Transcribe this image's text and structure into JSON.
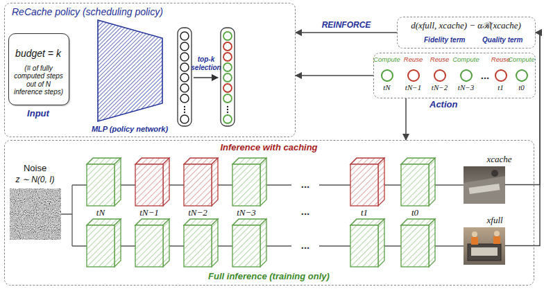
{
  "diagram": {
    "nodes": [
      {
        "text": [
          "ReCache policy (scheduling policy)"
        ]
      },
      {
        "text": [
          "budget = k",
          "(# of fully computed steps out of N inference steps)",
          "Input"
        ],
        "in": 0
      },
      {
        "text": [
          "MLP (policy network)"
        ],
        "in": 0
      },
      {
        "text": [
          "d(xfull, xcache) − αℛ(xcache)",
          "Fidelity term",
          "Quality term"
        ]
      },
      {
        "text": [
          "Action"
        ]
      },
      {
        "text": [
          "Compute",
          "tN"
        ],
        "in": 4
      },
      {
        "text": [
          "Reuse",
          "tN−1"
        ],
        "in": 4
      },
      {
        "text": [
          "Reuse",
          "tN−2"
        ],
        "in": 4
      },
      {
        "text": [
          "Compute",
          "tN−3"
        ],
        "in": 4
      },
      {
        "text": [
          "Reuse",
          "t1"
        ],
        "in": 4
      },
      {
        "text": [
          "Compute",
          "t0"
        ],
        "in": 4
      },
      {
        "text": [
          "Inference with caching",
          "Full inference (training only)"
        ]
      },
      {
        "text": [
          "Noise",
          "z ∼ N(0, I)"
        ],
        "in": 11
      },
      {
        "text": [
          "xcache"
        ],
        "in": 11
      },
      {
        "text": [
          "xfull"
        ],
        "in": 11
      }
    ],
    "edges": [
      {
        "from": 3,
        "to": 0,
        "arrow": "to",
        "label": "REINFORCE"
      },
      {
        "from": 4,
        "to": 0,
        "arrow": "to"
      },
      {
        "from": 4,
        "to": 11,
        "arrow": "to"
      },
      {
        "from": 13,
        "to": 3,
        "arrow": "to"
      },
      {
        "from": 14,
        "to": 3,
        "arrow": "to"
      }
    ],
    "labels": [
      "top-k selection",
      "...",
      "...",
      "tN",
      "tN−1",
      "tN−2",
      "tN−3",
      "...",
      "t1",
      "t0",
      "..."
    ]
  }
}
